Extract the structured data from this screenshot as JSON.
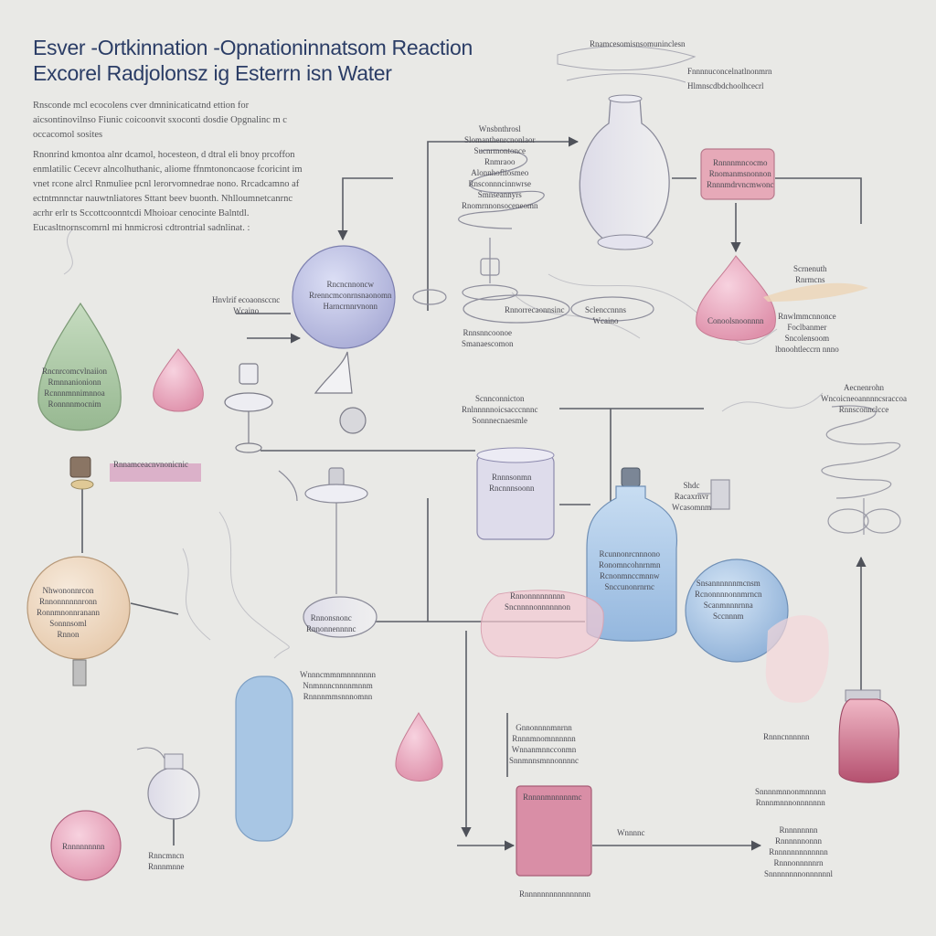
{
  "title": {
    "line1": "Esver -Ortkinnation -Opnationinnatsom Reaction",
    "line2": "Excorel Radjolonsz ig Esterrn isn Water"
  },
  "intro": {
    "para1": "Rnsconde mcl ecocolens cver dmninicaticatnd ettion for aicsontinovilnso Fiunic coicoonvit sxoconti dosdie Opgnalinc m c occacomol sosites",
    "para2": "Rnonrind kmontoa alnr dcamol, hocesteon, d dtral eli bnoy prcoffon enmlatilic Cecevr alncolhuthanic, aliome ffnmtononcaose fcoricint im vnet rcone alrcl Rnmuliee pcnl lerorvomnedrae nono. Rrcadcamno af ectntmnnctar nauwtnliatores Sttant beev buonth. Nhlloumnetcanrnc acrhr erlr ts Sccottcoonntcdi Mhoioar cenocinte Balntdl. Eucasltnornscomrnl mi hnmicrosi cdtrontrial sadnlinat. :"
  },
  "palette": {
    "green": "#a9c6a2",
    "lavender": "#bcc0e2",
    "pink": "#e8a6b9",
    "rose": "#d98aa2",
    "blue": "#a8c6e4",
    "peach": "#efd9c3",
    "line": "#5b5e66"
  },
  "labels": [
    {
      "name": "label-top-right-1",
      "text": "Rnamcesomisnsomuninclesn"
    },
    {
      "name": "label-top-right-2",
      "text": "Fnnnnuconcelnatlnonmrn"
    },
    {
      "name": "label-top-right-3",
      "text": "Hlmnscdbdchoolhcecrl"
    },
    {
      "name": "label-coil-stack",
      "text": "Wnsbnthrosl\nSlomanthenrcnonlaor\nSucnrmontonce\nRnmraoo\nAlonnhofliosmeo\nRnsconnncinnwrse\nSmnseannyrs\nRnomrnnonsoceneomn"
    },
    {
      "name": "label-left-of-lavender-sphere",
      "text": "Hnvlrif ecoaonsccnc\nWcaino"
    },
    {
      "name": "label-lavender-sphere",
      "text": "Rncncnnoncw\nRrenncmconrnsnaonomn\nHarncrnnrvnonn"
    },
    {
      "name": "label-under-coil",
      "text": "Rnnsnncoonoe\nSmanaescomon"
    },
    {
      "name": "label-dish-left",
      "text": "Rnnorrecaonnsinc"
    },
    {
      "name": "label-dish-right",
      "text": "Sclenccnnns\nWcaino"
    },
    {
      "name": "label-pink-cell",
      "text": "Rnnnnmncocmo\nRnomanmsnonnon\nRnnnmdrvncmwonc"
    },
    {
      "name": "label-pink-drop-top",
      "text": "Scrnenuth\nRnrmcns"
    },
    {
      "name": "label-pink-drop",
      "text": "Conoolsnoonnnn"
    },
    {
      "name": "label-pink-drop-right",
      "text": "Rnwlmmcnnonce\nFoclbanmer\nSncolensoom\nlbnoohtleccrn nnno"
    },
    {
      "name": "label-green-drop",
      "text": "Rncnrcomcvlnaiion\nRmnnanionionn\nRcnnnmnnimnnoa\nRonnnnmocnim"
    },
    {
      "name": "label-pink-strip",
      "text": "Rnnamceacnvnonicnic"
    },
    {
      "name": "label-mid-top",
      "text": "Scnnconnicton\nRnlnnnnnoicsacccnnnc\nSonnnecnaesmle"
    },
    {
      "name": "label-glass-cylinder",
      "text": "Rnnnsonmn\nRncnnnsoonn"
    },
    {
      "name": "label-right-coil",
      "text": "Aecnenrohn\nWncoicneoannnncsraccoa\nRnnsconnclcce"
    },
    {
      "name": "label-side-s",
      "text": "Shdc\nRacaxrnvr\nWcasomnm"
    },
    {
      "name": "label-blue-bottle",
      "text": "Rcunnonrcnnnono\nRonomncohnrnmn\nRcnonmnccmnnw\nSnccunonrnrnc"
    },
    {
      "name": "label-blue-sphere",
      "text": "Snsannnnnnmcnsm\nRcnonnnnonnmrncn\nScanmnnnrnna\nSccnnnm"
    },
    {
      "name": "label-peach-sphere",
      "text": "Nhwononnrcon\nRnnonnnnnnronn\nRonnmnonnranann\nSonnnsoml\nRnnon"
    },
    {
      "name": "label-flat-vessel",
      "text": "Rnnonsnonc\nRnnonnennnnc"
    },
    {
      "name": "label-pink-tray",
      "text": "Rnnonnnnnnnnn\nSncnnnnonnnnnnon"
    },
    {
      "name": "label-mid-lower",
      "text": "Wnnncmmnmnnnnnnn\nNnmnnncnnnnmnnm\nRnnnnmmsnnnomnn"
    },
    {
      "name": "label-lower-center",
      "text": "Gnnonnnnmnrnn\nRnnnmnomnnnnnn\nWnnanmnncconmn\nSnnmnnsmnnonnnnc"
    },
    {
      "name": "label-flask-bottom",
      "text": "Rnncmncn\nRnnnmnne"
    },
    {
      "name": "label-pink-block",
      "text": "Rnnnnmnnnnnmc"
    },
    {
      "name": "label-arrow-mid",
      "text": "Wnnnnc"
    },
    {
      "name": "label-right-lower-1",
      "text": "Rnnncnnnnnn"
    },
    {
      "name": "label-right-lower-2",
      "text": "Snnnnmnnonmnnnnn\nRnnnmnnnonnnnnnn"
    },
    {
      "name": "label-right-bottom",
      "text": "Rnnnnnnnn\nRnnnnnnonnn\nRnnnnnnnnnnnnn\nRnnnonnnnnrn\nSnnnnnnnnonnnnnnl"
    },
    {
      "name": "label-bottom-sphere",
      "text": "Rnnnnnnnnn"
    },
    {
      "name": "label-bottom-center",
      "text": "Rnnnnnnnnnnnnnnnn"
    }
  ]
}
